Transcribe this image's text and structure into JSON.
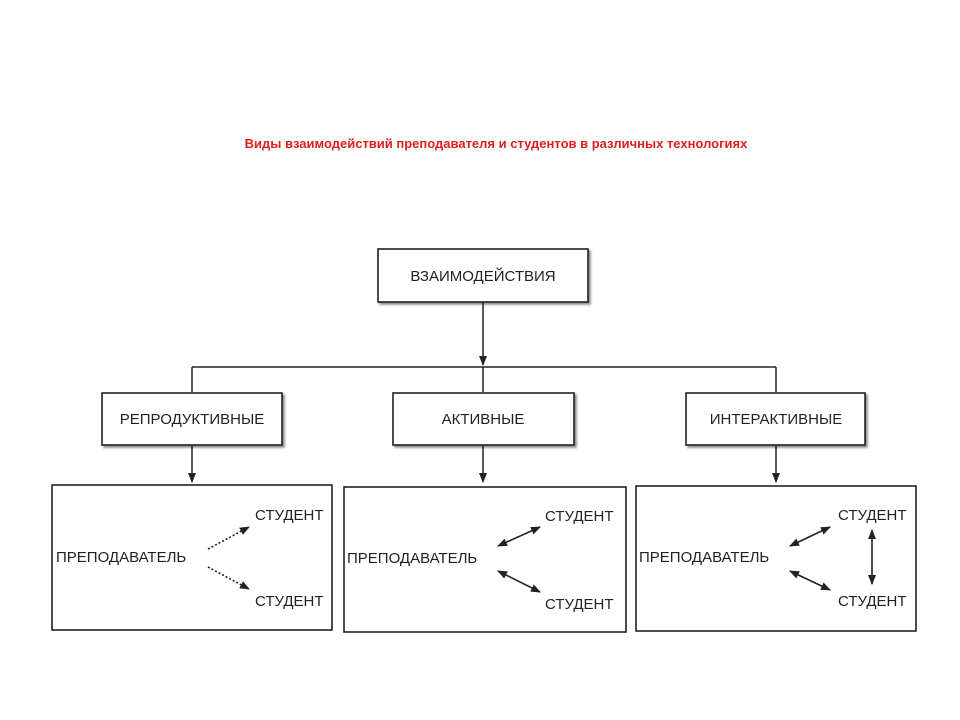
{
  "title": "Виды взаимодействий преподавателя и студентов в различных технологиях",
  "diagram": {
    "root": "ВЗАИМОДЕЙСТВИЯ",
    "types": [
      {
        "label": "РЕПРОДУКТИВНЫЕ",
        "teacher": "ПРЕПОДАВАТЕЛЬ",
        "student_top": "СТУДЕНТ",
        "student_bottom": "СТУДЕНТ"
      },
      {
        "label": "АКТИВНЫЕ",
        "teacher": "ПРЕПОДАВАТЕЛЬ",
        "student_top": "СТУДЕНТ",
        "student_bottom": "СТУДЕНТ"
      },
      {
        "label": "ИНТЕРАКТИВНЫЕ",
        "teacher": "ПРЕПОДАВАТЕЛЬ",
        "student_top": "СТУДЕНТ",
        "student_bottom": "СТУДЕНТ"
      }
    ]
  },
  "colors": {
    "title": "#e0201b",
    "lines": "#222222"
  }
}
